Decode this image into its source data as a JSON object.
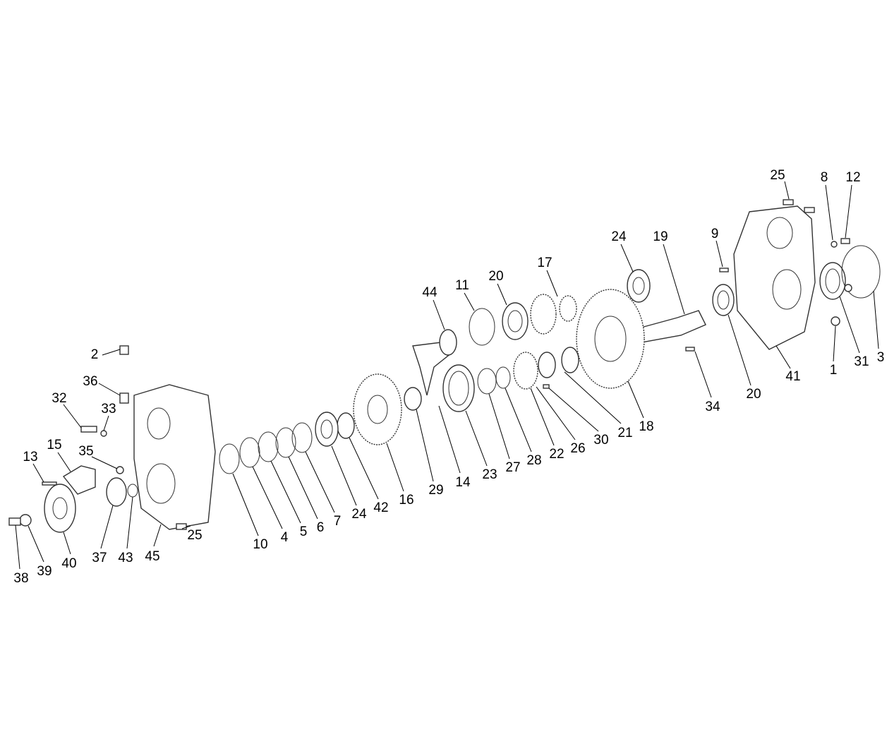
{
  "diagram": {
    "type": "exploded parts view",
    "callouts": [
      "25",
      "8",
      "12",
      "9",
      "24",
      "19",
      "17",
      "20",
      "44",
      "11",
      "2",
      "36",
      "32",
      "33",
      "13",
      "15",
      "35",
      "41",
      "1",
      "31",
      "3",
      "20",
      "34",
      "18",
      "21",
      "30",
      "26",
      "22",
      "28",
      "27",
      "23",
      "14",
      "29",
      "16",
      "42",
      "24",
      "7",
      "6",
      "5",
      "4",
      "10",
      "25",
      "45",
      "43",
      "37",
      "40",
      "39",
      "38"
    ]
  }
}
